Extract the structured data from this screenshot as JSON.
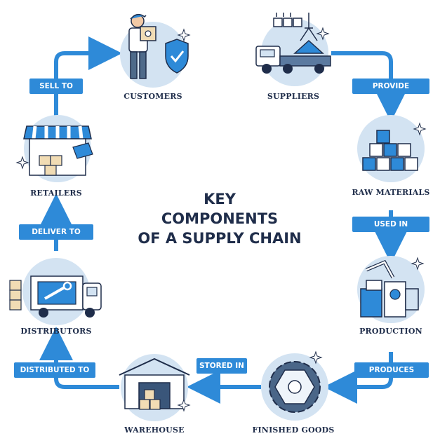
{
  "title": {
    "line1": "KEY",
    "line2": "COMPONENTS",
    "line3": "OF A SUPPLY CHAIN"
  },
  "nodes": {
    "customers": "CUSTOMERS",
    "suppliers": "SUPPLIERS",
    "raw_materials": "RAW MATERIALS",
    "production": "PRODUCTION",
    "finished_goods": "FINISHED GOODS",
    "warehouse": "WAREHOUSE",
    "distributors": "DISTRIBUTORS",
    "retailers": "RETAILERS"
  },
  "connectors": {
    "sell_to": "SELL TO",
    "provide": "PROVIDE",
    "used_in": "USED IN",
    "produces": "PRODUCES",
    "stored_in": "STORED IN",
    "distributed_to": "DISTRIBUTED TO",
    "deliver_to": "DELIVER TO"
  },
  "colors": {
    "accent_blue": "#2e8ad8",
    "circle_fill": "#d3e3f2",
    "outline": "#1f2d4a"
  }
}
